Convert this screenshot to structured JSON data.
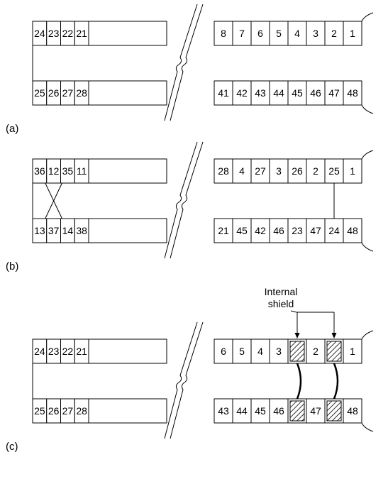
{
  "panels": [
    {
      "id": "a",
      "label": "(a)",
      "top_left": [
        "24",
        "23",
        "22",
        "21"
      ],
      "top_right": [
        "8",
        "7",
        "6",
        "5",
        "4",
        "3",
        "2",
        "1"
      ],
      "bottom_left": [
        "25",
        "26",
        "27",
        "28"
      ],
      "bottom_right": [
        "41",
        "42",
        "43",
        "44",
        "45",
        "46",
        "47",
        "48"
      ]
    },
    {
      "id": "b",
      "label": "(b)",
      "top_left": [
        "36",
        "12",
        "35",
        "11"
      ],
      "top_right": [
        "28",
        "4",
        "27",
        "3",
        "26",
        "2",
        "25",
        "1"
      ],
      "bottom_left": [
        "13",
        "37",
        "14",
        "38"
      ],
      "bottom_right": [
        "21",
        "45",
        "42",
        "46",
        "23",
        "47",
        "24",
        "48"
      ]
    },
    {
      "id": "c",
      "label": "(c)",
      "top_left": [
        "24",
        "23",
        "22",
        "21"
      ],
      "top_right": [
        "6",
        "5",
        "4",
        "3",
        "",
        "2",
        "",
        "1"
      ],
      "bottom_left": [
        "25",
        "26",
        "27",
        "28"
      ],
      "bottom_right": [
        "43",
        "44",
        "45",
        "46",
        "",
        "47",
        "",
        "48"
      ],
      "shield_label_line1": "Internal",
      "shield_label_line2": "shield"
    }
  ]
}
